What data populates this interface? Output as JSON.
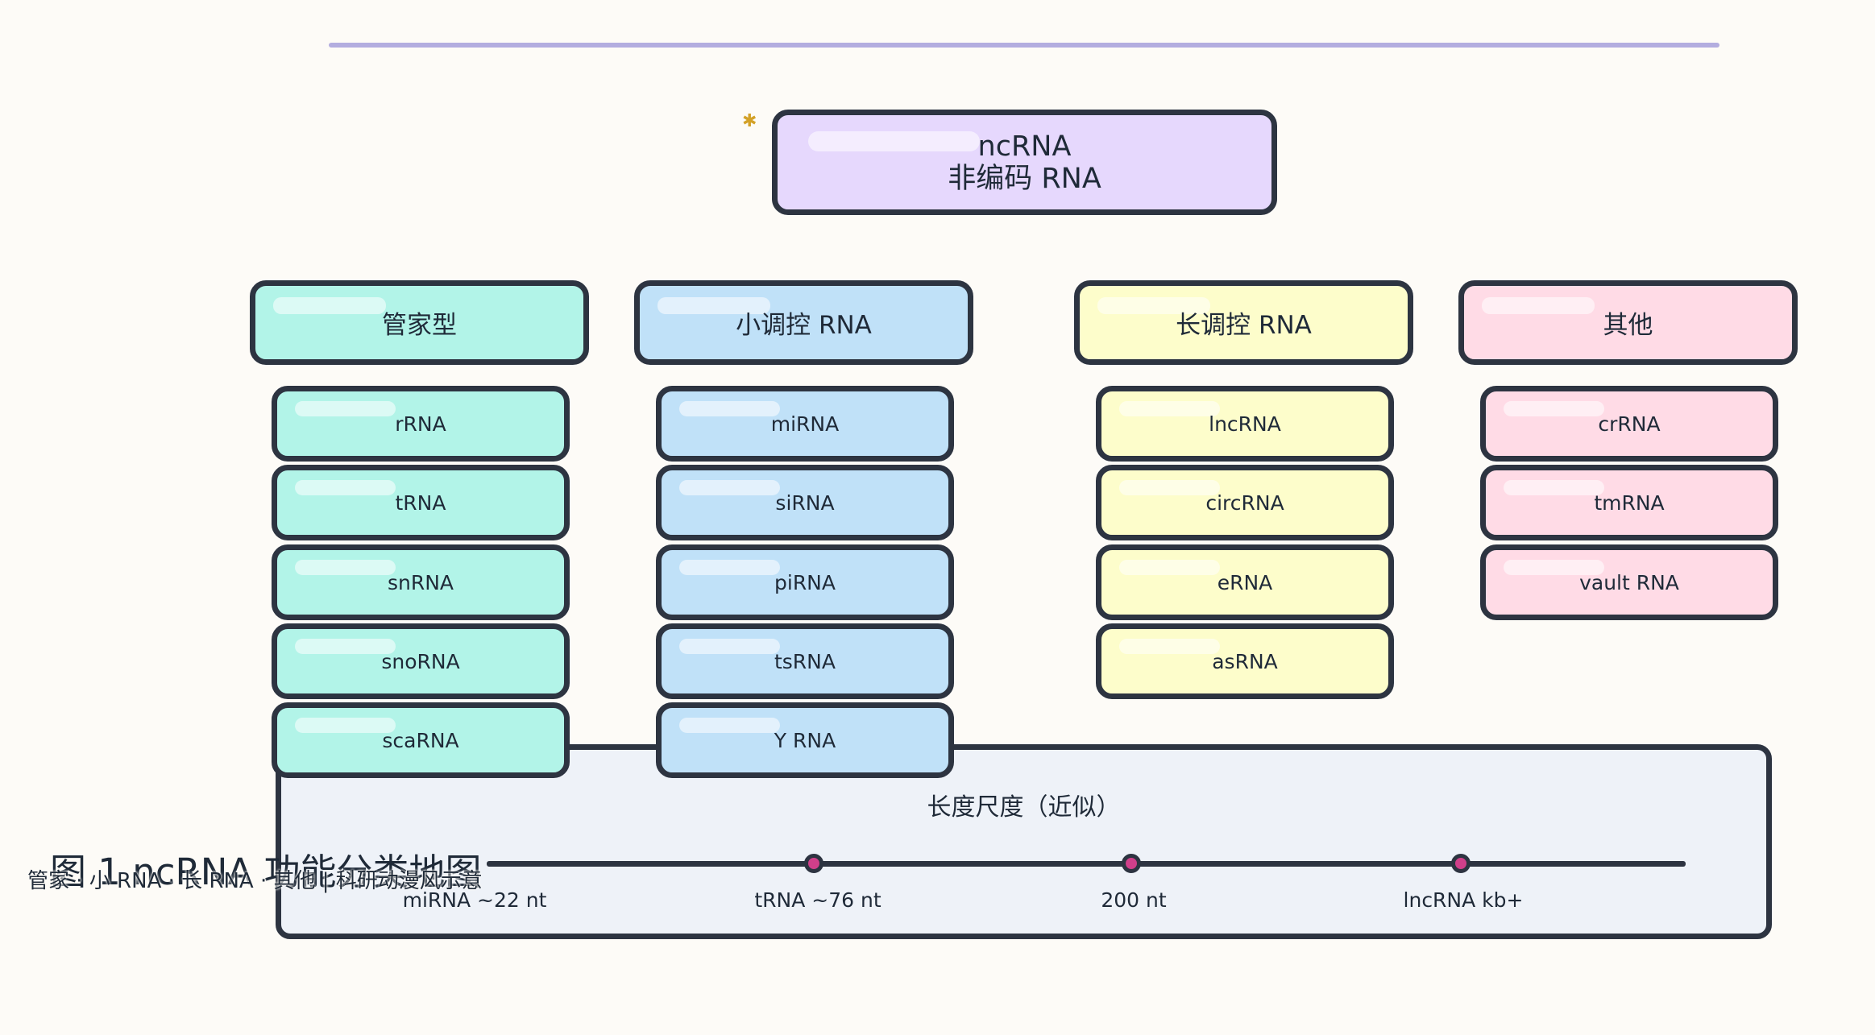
{
  "root": {
    "line1": "ncRNA",
    "line2": "非编码 RNA"
  },
  "categories": [
    {
      "label": "管家型",
      "color": "#b2f4e8",
      "items": [
        "rRNA",
        "tRNA",
        "snRNA",
        "snoRNA",
        "scaRNA"
      ]
    },
    {
      "label": "小调控 RNA",
      "color": "#c0e1f8",
      "items": [
        "miRNA",
        "siRNA",
        "piRNA",
        "tsRNA",
        "Y RNA"
      ]
    },
    {
      "label": "长调控 RNA",
      "color": "#fdfdcb",
      "items": [
        "lncRNA",
        "circRNA",
        "eRNA",
        "asRNA"
      ]
    },
    {
      "label": "其他",
      "color": "#ffdbe6",
      "items": [
        "crRNA",
        "tmRNA",
        "vault RNA"
      ]
    }
  ],
  "scale": {
    "title": "长度尺度（近似）",
    "ticks": [
      "miRNA ~22 nt",
      "tRNA ~76 nt",
      "200 nt",
      "lncRNA kb+"
    ],
    "dot_color": "#d13f8a"
  },
  "caption": {
    "title": "图 1  ncRNA 功能分类地图",
    "subtitle": "管家 · 小 RNA · 长 RNA · 其他 | 科研动漫风示意"
  },
  "colors": {
    "line": "#b3addf",
    "border": "#2d3441",
    "root": "#e6d8fd",
    "accent_star": "#d3a128"
  }
}
